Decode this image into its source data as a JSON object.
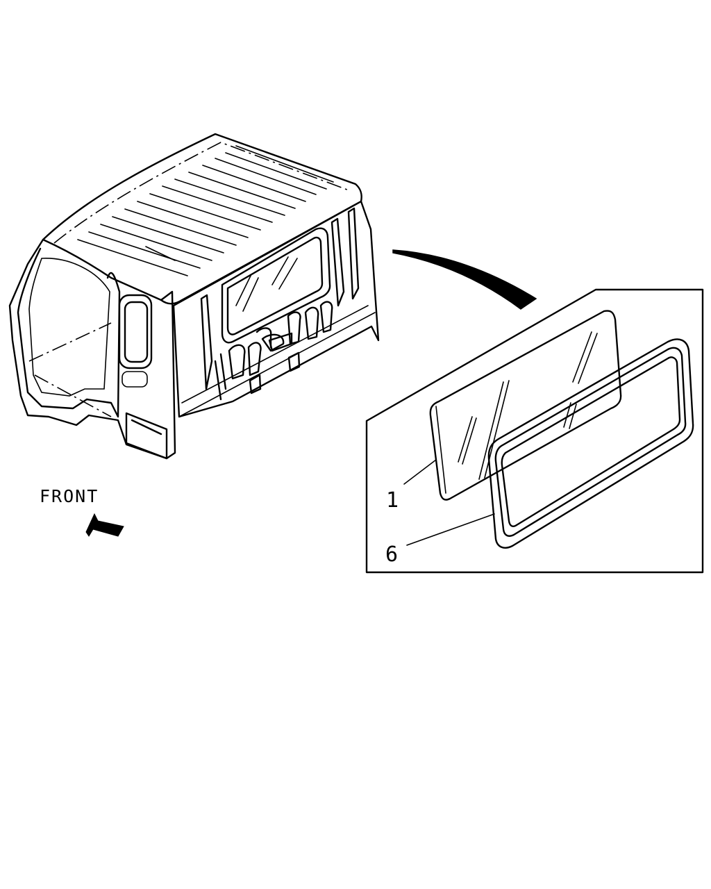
{
  "diagram": {
    "direction_label": "FRONT",
    "callouts": [
      {
        "number": "1",
        "part": "window-glass"
      },
      {
        "number": "6",
        "part": "window-weatherstrip"
      }
    ],
    "colors": {
      "ink": "#000000",
      "paper": "#ffffff"
    }
  }
}
